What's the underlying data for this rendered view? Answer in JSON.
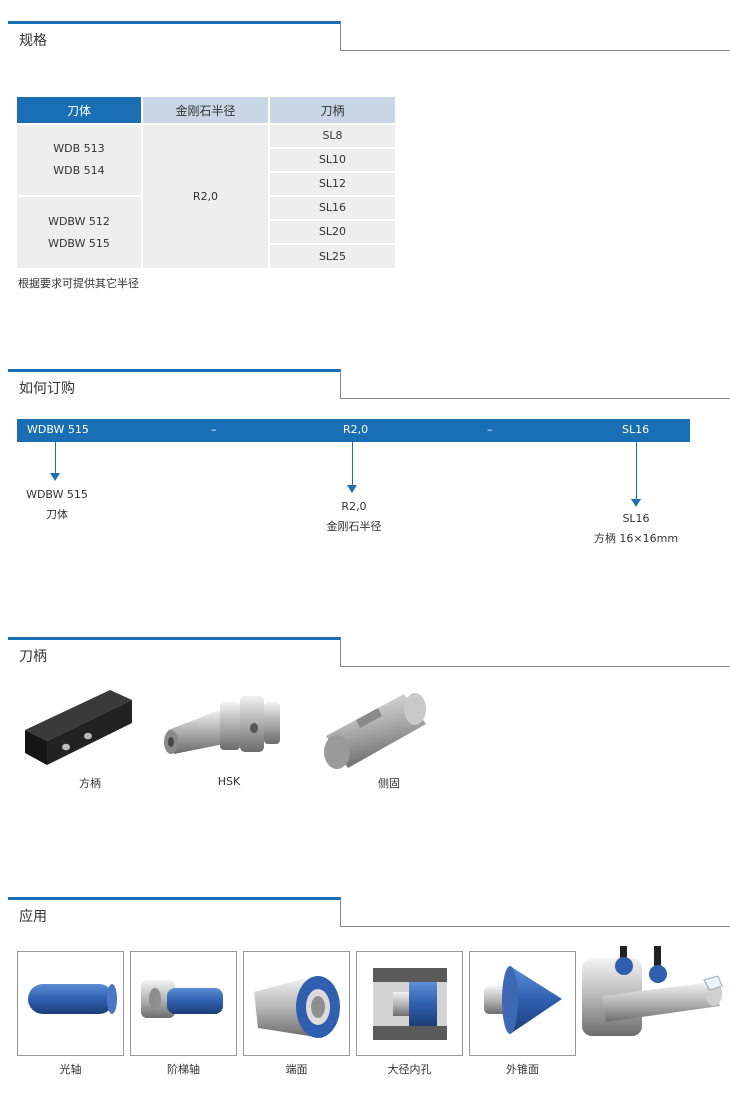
{
  "sections": {
    "spec": "规格",
    "order": "如何订购",
    "holder": "刀柄",
    "application": "应用"
  },
  "spec_table": {
    "headers": [
      "刀体",
      "金刚石半径",
      "刀柄"
    ],
    "body_groups": [
      [
        "WDB 513",
        "WDB 514"
      ],
      [
        "WDBW 512",
        "WDBW 515"
      ]
    ],
    "radius": "R2,0",
    "shanks": [
      "SL8",
      "SL10",
      "SL12",
      "SL16",
      "SL20",
      "SL25"
    ],
    "note": "根据要求可提供其它半径"
  },
  "order": {
    "bar": [
      "WDBW 515",
      "–",
      "R2,0",
      "–",
      "SL16"
    ],
    "labels": [
      {
        "code": "WDBW 515",
        "desc": "刀体"
      },
      {
        "code": "R2,0",
        "desc": "金刚石半径"
      },
      {
        "code": "SL16",
        "desc": "方柄 16×16mm"
      }
    ]
  },
  "holders": [
    {
      "caption": "方柄",
      "icon": "square-shank-image"
    },
    {
      "caption": "HSK",
      "icon": "hsk-holder-image"
    },
    {
      "caption": "侧固",
      "icon": "side-lock-holder-image"
    }
  ],
  "applications": [
    {
      "caption": "光轴",
      "icon": "plain-shaft-image"
    },
    {
      "caption": "阶梯轴",
      "icon": "stepped-shaft-image"
    },
    {
      "caption": "端面",
      "icon": "face-image"
    },
    {
      "caption": "大径内孔",
      "icon": "large-bore-image"
    },
    {
      "caption": "外锥面",
      "icon": "outer-cone-image"
    },
    {
      "caption": "",
      "icon": "machining-scene-image"
    }
  ],
  "colors": {
    "accent": "#1a6fb4",
    "header_gray": "#c9d6e6",
    "cell_gray": "#eeeeee",
    "coating_blue": "#2f5fae"
  }
}
